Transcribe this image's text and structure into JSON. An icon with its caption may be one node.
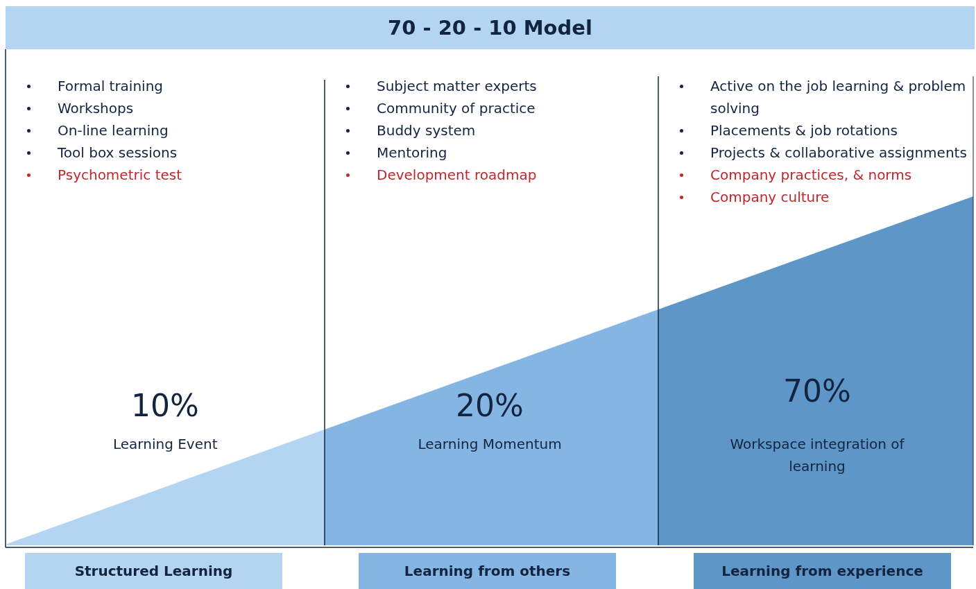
{
  "diagram": {
    "title": "70 - 20 - 10 Model",
    "nodes": [
      {
        "text": [
          "Formal training",
          "Workshops",
          "On-line learning",
          "Tool box sessions",
          "Psychometric test",
          "10%",
          "Learning Event"
        ]
      },
      {
        "text": [
          "Subject matter experts",
          "Community of practice",
          "Buddy system",
          "Mentoring",
          "Development roadmap",
          "20%",
          "Learning Momentum"
        ]
      },
      {
        "text": [
          "Active on the job learning & problem solving",
          "Placements & job rotations",
          "Projects & collaborative assignments",
          "Company practices, & norms",
          "Company culture",
          "70%",
          "Workspace integration of learning"
        ]
      },
      {
        "text": [
          "Structured Learning"
        ]
      },
      {
        "text": [
          "Learning from others"
        ]
      },
      {
        "text": [
          "Learning from experience"
        ]
      }
    ]
  }
}
